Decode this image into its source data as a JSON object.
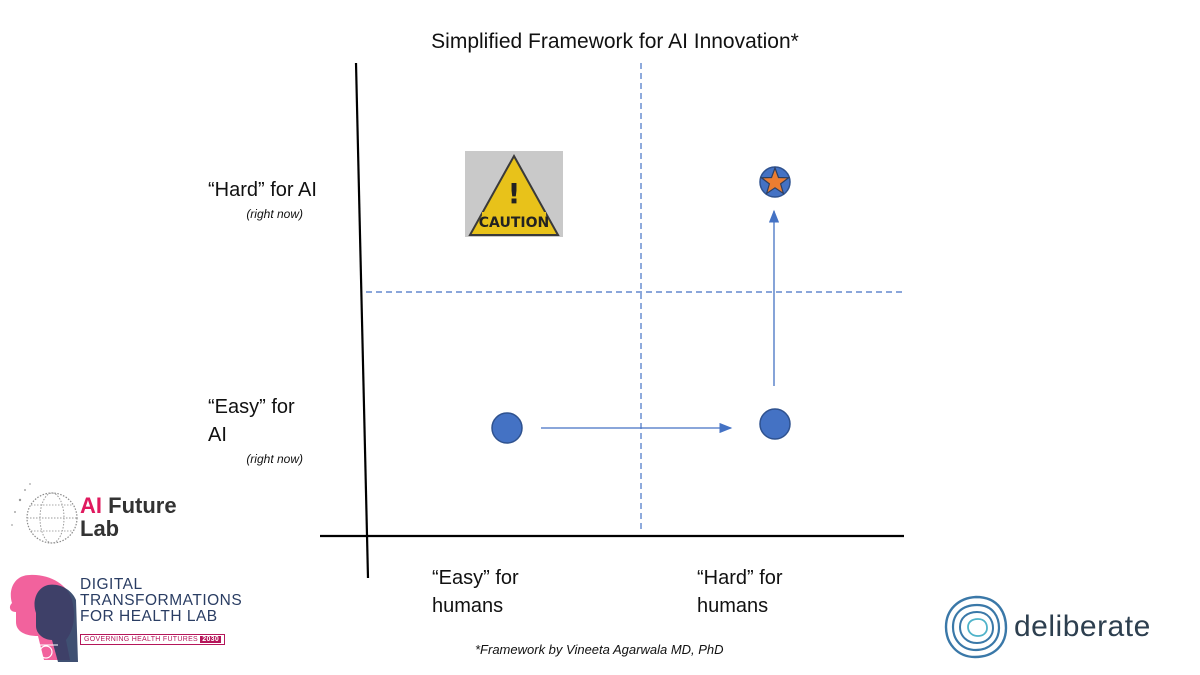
{
  "title": "Simplified Framework for AI Innovation*",
  "y_labels": {
    "hard": {
      "main": "“Hard” for AI",
      "note": "(right now)"
    },
    "easy": {
      "main": "“Easy” for AI",
      "note": "(right now)"
    }
  },
  "x_labels": {
    "easy": "“Easy” for humans",
    "hard": "“Hard” for humans"
  },
  "caution_sign": {
    "exclaim": "!",
    "text": "CAUTION"
  },
  "footnote": "*Framework by Vineeta Agarwala MD, PhD",
  "logos": {
    "ai_future_lab": {
      "accent": "AI",
      "word1": "Future",
      "word2": "Lab"
    },
    "dth_lab": {
      "lines": [
        "DIGITAL",
        "TRANSFORMATIONS",
        "FOR HEALTH LAB"
      ],
      "sub": "GOVERNING HEALTH FUTURES",
      "year": "2030"
    },
    "deliberate": {
      "text": "deliberate"
    }
  },
  "colors": {
    "marker_fill": "#4472c4",
    "marker_stroke": "#2f528f",
    "star": "#ed7d31",
    "arrow": "#4472c4",
    "divider": "#4472c4",
    "caution_bg": "#c9c9c9",
    "caution_yellow": "#e8c21a",
    "ai_pink": "#e0195e",
    "dth_blue": "#2a3d63",
    "deliberate_blue": "#3a78a8"
  }
}
